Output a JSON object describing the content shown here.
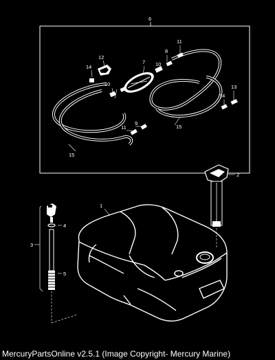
{
  "diagram": {
    "callouts": {
      "c1": "1",
      "c2": "2",
      "c3": "3",
      "c4": "4",
      "c5": "5",
      "c6": "6",
      "c7": "7",
      "c8": "8",
      "c9": "9",
      "c10a": "10",
      "c10b": "10",
      "c11a": "11",
      "c11b": "11",
      "c12": "12",
      "c13": "13",
      "c14a": "14",
      "c14b": "14",
      "c15a": "15",
      "c15b": "15"
    }
  },
  "footer": {
    "caption": "MercuryPartsOnline v2.5.1 (Image Copyright- Mercury Marine)"
  }
}
